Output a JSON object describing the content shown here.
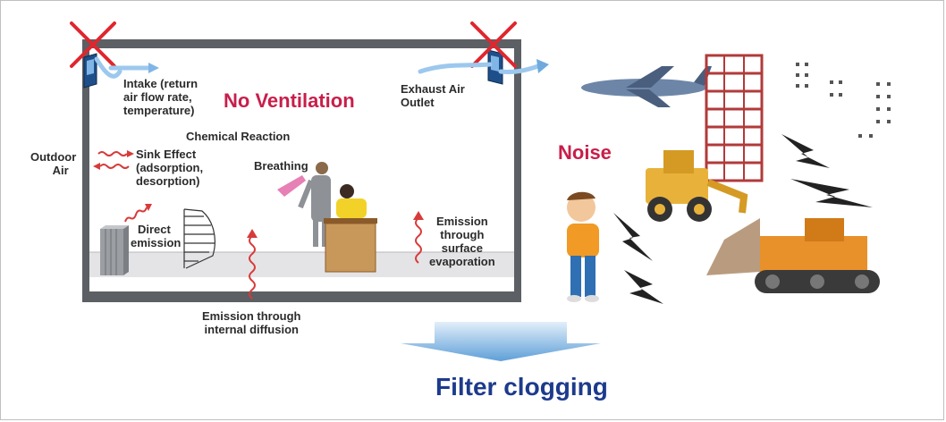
{
  "diagram": {
    "headline": "No Ventilation",
    "labels": {
      "outdoor_air_1": "Outdoor",
      "outdoor_air_2": "Air",
      "intake_1": "Intake (return",
      "intake_2": "air flow rate,",
      "intake_3": "temperature)",
      "exhaust_1": "Exhaust Air",
      "exhaust_2": "Outlet",
      "chemical_reaction": "Chemical Reaction",
      "sink_effect_1": "Sink Effect",
      "sink_effect_2": "(adsorption,",
      "sink_effect_3": "desorption)",
      "breathing": "Breathing",
      "direct_emission_1": "Direct",
      "direct_emission_2": "emission",
      "surface_evap_1": "Emission",
      "surface_evap_2": "through",
      "surface_evap_3": "surface",
      "surface_evap_4": "evaporation",
      "internal_diff_1": "Emission through",
      "internal_diff_2": "internal diffusion"
    },
    "noise_label": "Noise",
    "conclusion": "Filter clogging"
  },
  "colors": {
    "accent_red": "#c81e4a",
    "conclusion_blue": "#1d3b8c",
    "arrow_blue": "#7fb6e6",
    "cross_red": "#e0262e",
    "wave_red": "#d83a3a",
    "breath_pink": "#e26aa8"
  },
  "icons": [
    "cross-icon",
    "window-icon",
    "radiator-icon",
    "person-icon",
    "desk-icon",
    "airplane-icon",
    "building-icon",
    "excavator-icon",
    "bulldozer-icon",
    "lightning-icon",
    "down-arrow-icon"
  ]
}
